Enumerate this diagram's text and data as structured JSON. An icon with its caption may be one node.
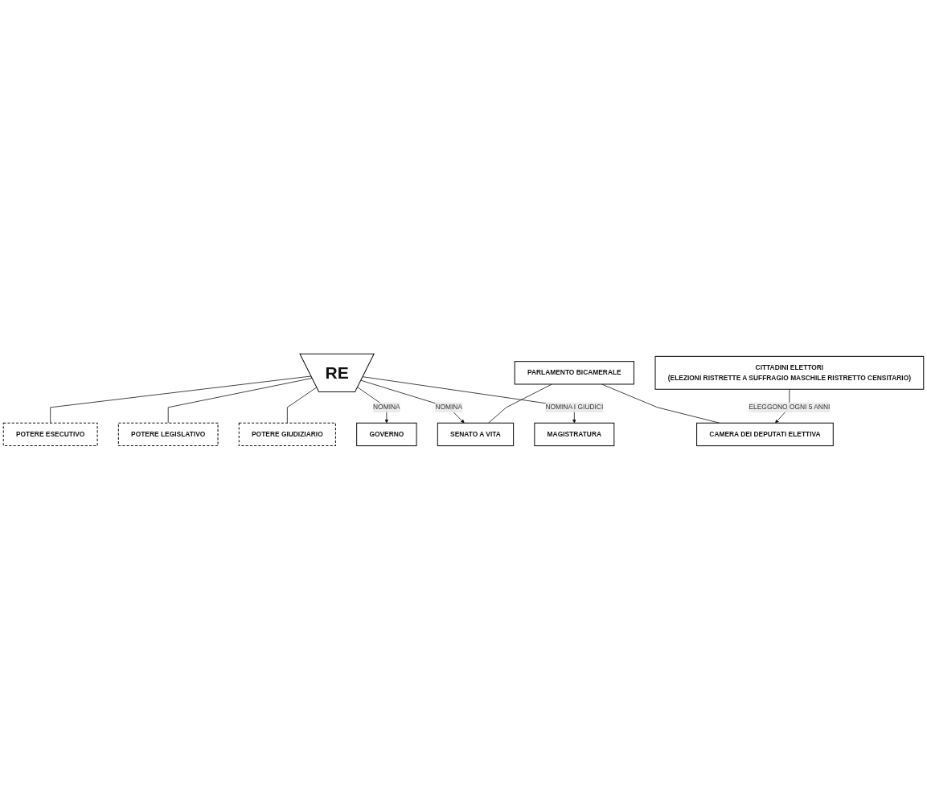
{
  "diagram": {
    "nodes": [
      {
        "text": [
          "RE"
        ]
      },
      {
        "text": [
          "POTERE ESECUTIVO"
        ]
      },
      {
        "text": [
          "POTERE LEGISLATIVO"
        ]
      },
      {
        "text": [
          "POTERE GIUDIZIARIO"
        ]
      },
      {
        "text": [
          "GOVERNO"
        ]
      },
      {
        "text": [
          "PARLAMENTO BICAMERALE"
        ]
      },
      {
        "text": [
          "MAGISTRATURA"
        ]
      },
      {
        "text": [
          "SENATO A VITA"
        ]
      },
      {
        "text": [
          "CAMERA DEI DEPUTATI ELETTIVA"
        ]
      },
      {
        "text": [
          "CITTADINI ELETTORI",
          "(ELEZIONI RISTRETTE A SUFFRAGIO MASCHILE RISTRETTO CENSITARIO)"
        ]
      }
    ],
    "edges": [
      {
        "from": 0,
        "to": 1,
        "arrow": "none"
      },
      {
        "from": 0,
        "to": 2,
        "arrow": "none"
      },
      {
        "from": 0,
        "to": 3,
        "arrow": "none"
      },
      {
        "from": 0,
        "to": 4,
        "arrow": "to",
        "label": "NOMINA"
      },
      {
        "from": 0,
        "to": 7,
        "arrow": "to",
        "label": "NOMINA"
      },
      {
        "from": 0,
        "to": 6,
        "arrow": "to",
        "label": "NOMINA I GIUDICI"
      },
      {
        "from": 5,
        "to": 7,
        "arrow": "none"
      },
      {
        "from": 5,
        "to": 8,
        "arrow": "none"
      },
      {
        "from": 9,
        "to": 8,
        "arrow": "to",
        "label": "ELEGGONO OGNI 5 ANNI"
      }
    ]
  }
}
